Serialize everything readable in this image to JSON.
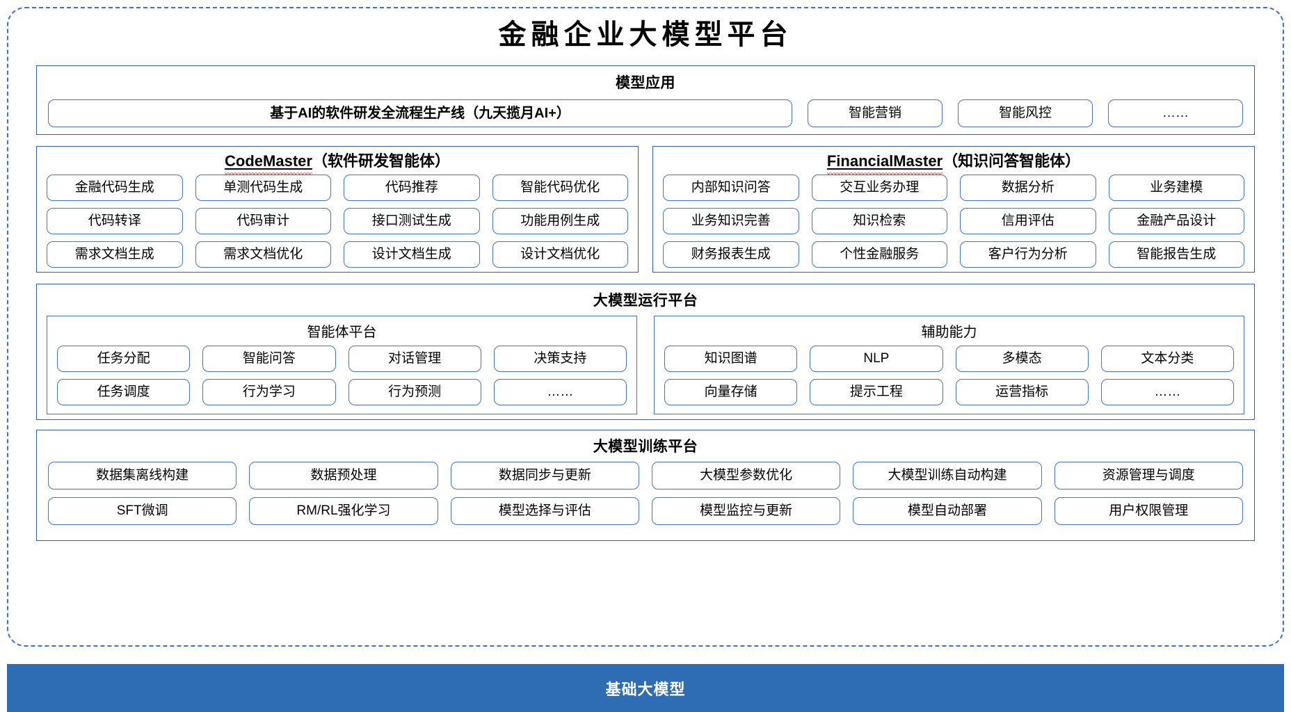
{
  "title": "金融企业大模型平台",
  "colors": {
    "frame_dash": "#3C6FD2",
    "section_border": "#2E5FA8",
    "pill_border": "#4472C4",
    "base_bar": "#2E6DB4",
    "spellcheck": "#E03030"
  },
  "application_layer": {
    "title": "模型应用",
    "main_product": "基于AI的软件研发全流程生产线（九天揽月AI+）",
    "items": [
      "智能营销",
      "智能风控",
      "……"
    ]
  },
  "agents": [
    {
      "name": "CodeMaster",
      "suffix": "（软件研发智能体）",
      "rows": [
        [
          "金融代码生成",
          "单测代码生成",
          "代码推荐",
          "智能代码优化"
        ],
        [
          "代码转译",
          "代码审计",
          "接口测试生成",
          "功能用例生成"
        ],
        [
          "需求文档生成",
          "需求文档优化",
          "设计文档生成",
          "设计文档优化"
        ]
      ]
    },
    {
      "name": "FinancialMaster",
      "suffix": "（知识问答智能体）",
      "rows": [
        [
          "内部知识问答",
          "交互业务办理",
          "数据分析",
          "业务建模"
        ],
        [
          "业务知识完善",
          "知识检索",
          "信用评估",
          "金融产品设计"
        ],
        [
          "财务报表生成",
          "个性金融服务",
          "客户行为分析",
          "智能报告生成"
        ]
      ]
    }
  ],
  "runtime_layer": {
    "title": "大模型运行平台",
    "groups": [
      {
        "title": "智能体平台",
        "rows": [
          [
            "任务分配",
            "智能问答",
            "对话管理",
            "决策支持"
          ],
          [
            "任务调度",
            "行为学习",
            "行为预测",
            "……"
          ]
        ]
      },
      {
        "title": "辅助能力",
        "rows": [
          [
            "知识图谱",
            "NLP",
            "多模态",
            "文本分类"
          ],
          [
            "向量存储",
            "提示工程",
            "运营指标",
            "……"
          ]
        ]
      }
    ]
  },
  "training_layer": {
    "title": "大模型训练平台",
    "rows": [
      [
        "数据集离线构建",
        "数据预处理",
        "数据同步与更新",
        "大模型参数优化",
        "大模型训练自动构建",
        "资源管理与调度"
      ],
      [
        "SFT微调",
        "RM/RL强化学习",
        "模型选择与评估",
        "模型监控与更新",
        "模型自动部署",
        "用户权限管理"
      ]
    ]
  },
  "base_model": {
    "label": "基础大模型"
  }
}
